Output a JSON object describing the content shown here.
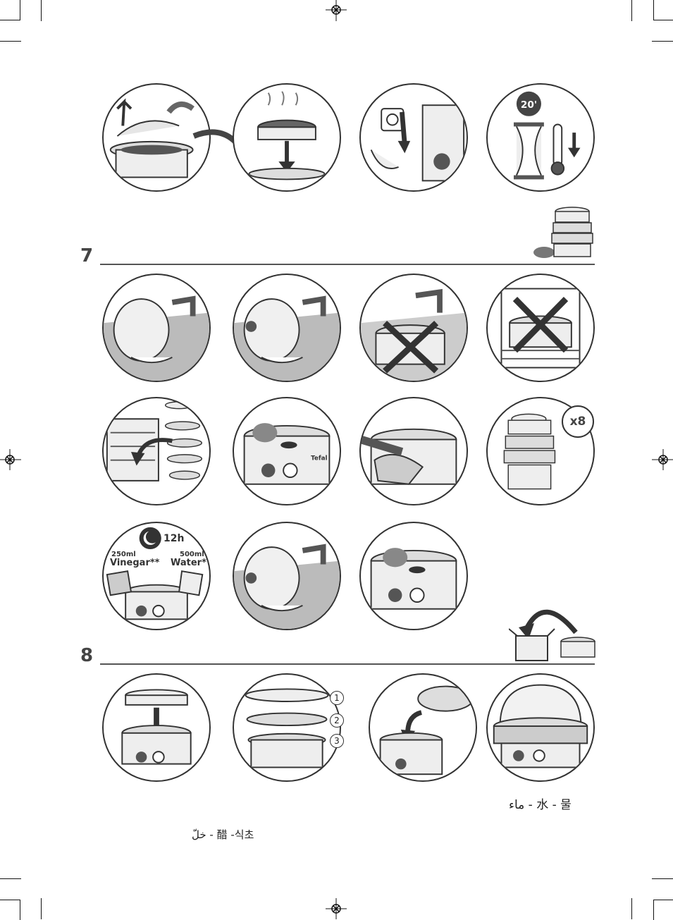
{
  "sections": [
    {
      "number": "7"
    },
    {
      "number": "8"
    }
  ],
  "step_labels": {
    "timer": "20'",
    "repeat_badge": "x8",
    "soak_hours": "12h",
    "vinegar_amount": "250ml",
    "vinegar_label": "Vinegar**",
    "water_amount": "500ml",
    "water_label": "Water*"
  },
  "assembly_numbers": [
    "1",
    "2",
    "3"
  ],
  "brand": "Tefal",
  "footnotes": {
    "water": "ماء - 水 - 물",
    "vinegar": "خلّ - 醋 -식초"
  },
  "icons": {
    "row1": [
      "lift-lid-icon",
      "drain-tray-icon",
      "unplug-icon",
      "cool-down-icon"
    ],
    "row2": [
      "rinse-lid-icon",
      "rinse-bowl-icon",
      "no-immerse-base-icon",
      "no-dishwasher-base-icon"
    ],
    "row3": [
      "dishwasher-parts-icon",
      "sponge-bowl-icon",
      "wipe-base-icon",
      "descale-repeat-icon"
    ],
    "row4": [
      "vinegar-soak-icon",
      "rinse-after-descale-icon",
      "sponge-dry-icon"
    ],
    "row5": [
      "store-lid-icon",
      "stack-baskets-icon",
      "nest-bowl-icon",
      "stored-steamer-icon"
    ]
  }
}
